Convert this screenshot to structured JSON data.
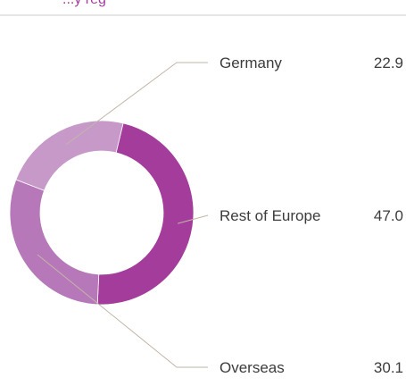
{
  "header": {
    "title_fragment": "...y reg"
  },
  "colors": {
    "accent": "#a33c9b",
    "rule": "#cccccc",
    "leader": "#c2b6a8",
    "text": "#3c3c3c"
  },
  "chart_data": {
    "type": "pie",
    "donut": true,
    "series": [
      {
        "name": "Germany",
        "value": 22.9,
        "color": "#c699c9",
        "value_label": "22.9"
      },
      {
        "name": "Rest of Europe",
        "value": 47.0,
        "color": "#a33c9b",
        "value_label": "47.0"
      },
      {
        "name": "Overseas",
        "value": 30.1,
        "color": "#b678b8",
        "value_label": "30.1"
      }
    ]
  }
}
